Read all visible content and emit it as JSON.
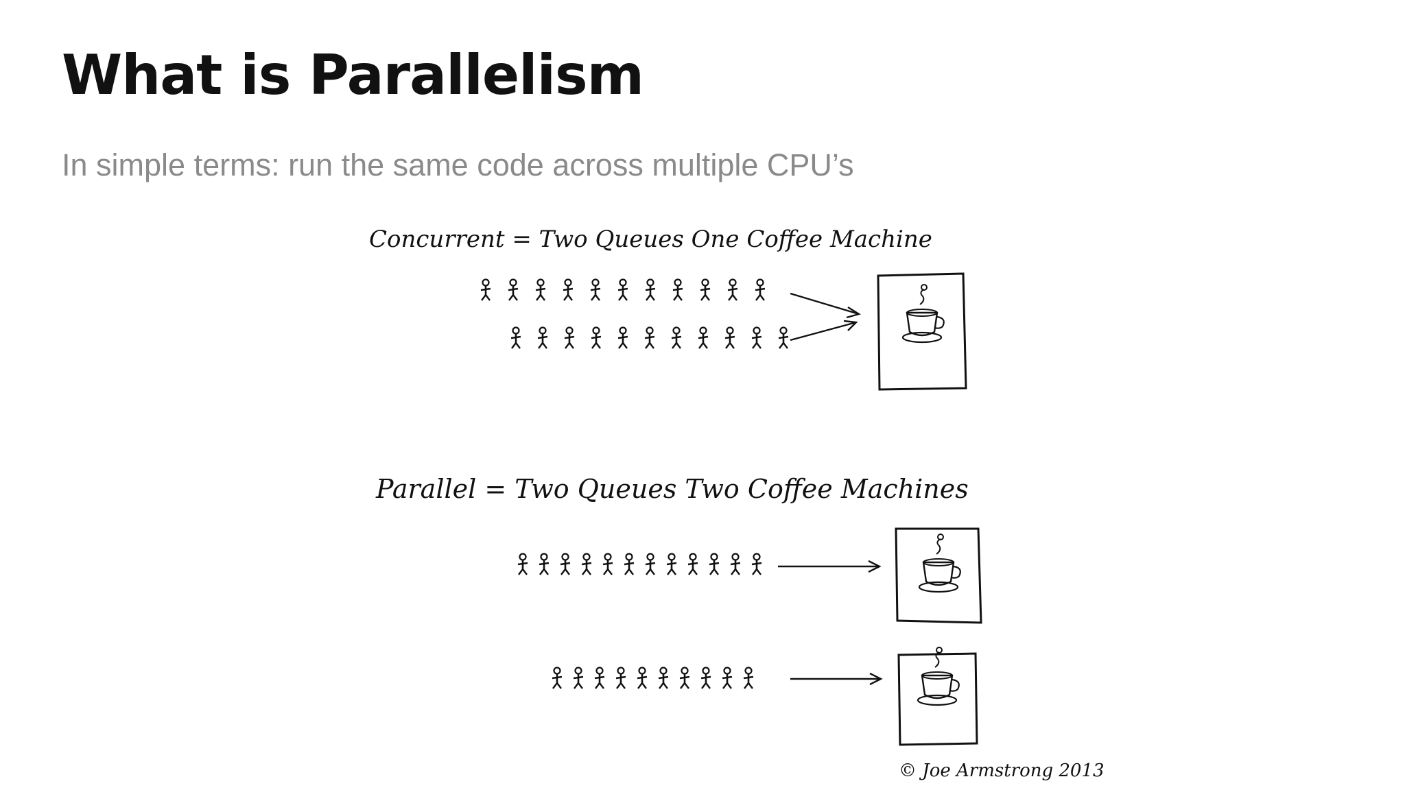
{
  "slide": {
    "title": "What is Parallelism",
    "subtitle": "In simple terms: run the same code across multiple CPU’s"
  },
  "diagram": {
    "concurrent": {
      "label": "Concurrent = Two Queues One Coffee Machine",
      "queue_sizes": [
        11,
        11
      ],
      "machines": 1
    },
    "parallel": {
      "label": "Parallel = Two Queues Two Coffee Machines",
      "queue_sizes": [
        12,
        10
      ],
      "machines": 2
    },
    "credit": "© Joe Armstrong 2013",
    "icons": [
      "stick-figure-icon",
      "arrow-icon",
      "coffee-machine-icon",
      "coffee-cup-icon"
    ]
  }
}
